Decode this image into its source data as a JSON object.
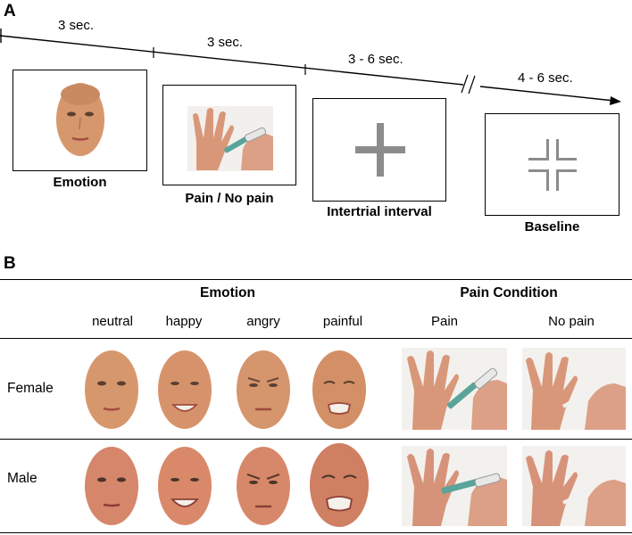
{
  "panel_a": {
    "letter": "A",
    "timings": [
      "3 sec.",
      "3 sec.",
      "3 - 6 sec.",
      "4 - 6 sec."
    ],
    "captions": {
      "emotion": "Emotion",
      "pain": "Pain / No pain",
      "iti": "Intertrial interval",
      "baseline": "Baseline"
    }
  },
  "panel_b": {
    "letter": "B",
    "group_headers": {
      "emotion": "Emotion",
      "pain": "Pain Condition"
    },
    "columns": [
      "neutral",
      "happy",
      "angry",
      "painful",
      "Pain",
      "No pain"
    ],
    "rows": [
      "Female",
      "Male"
    ]
  },
  "colors": {
    "skin": "#d99a72",
    "skin_male": "#d68a6a",
    "cross": "#8c8c8c",
    "syringe": "#5aa49a",
    "line": "#000000"
  }
}
